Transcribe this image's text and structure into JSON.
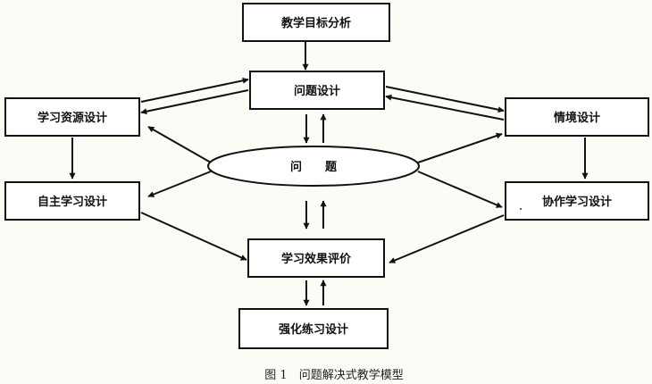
{
  "nodes": {
    "objectives": "教学目标分析",
    "problem_design": "问题设计",
    "resources": "学习资源设计",
    "situation": "情境设计",
    "problem": "问　　题",
    "self_study": "自主学习设计",
    "collaboration": "协作学习设计",
    "evaluation": "学习效果评价",
    "practice": "强化练习设计"
  },
  "caption": "图 1　问题解决式教学模型"
}
